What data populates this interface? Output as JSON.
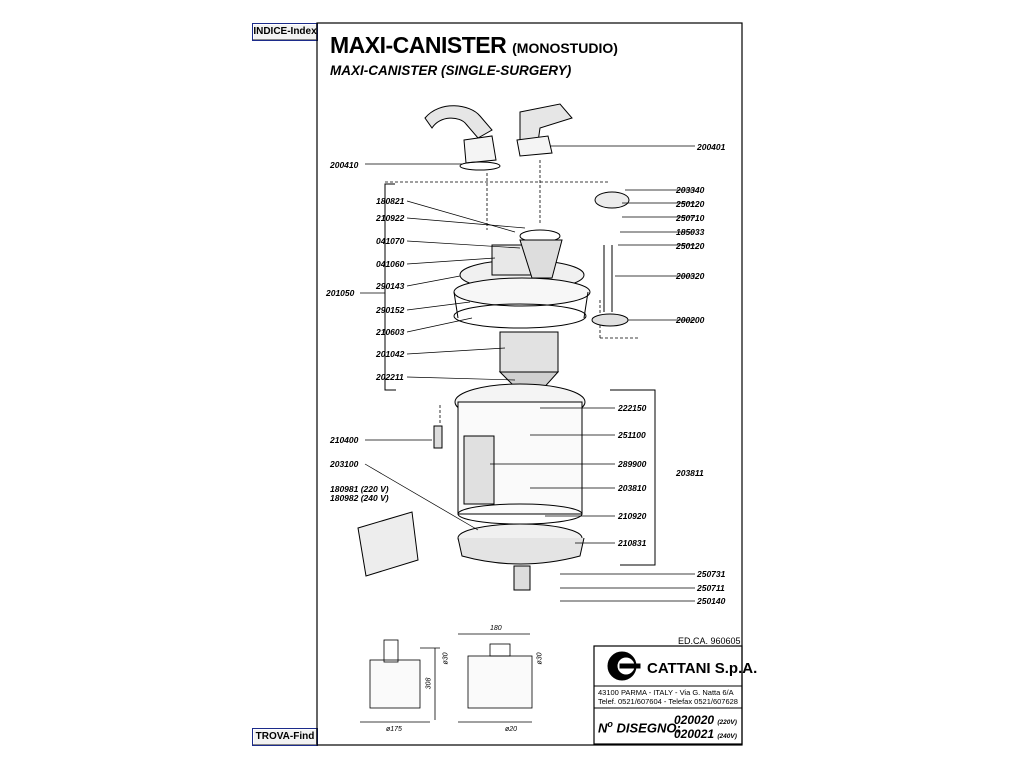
{
  "nav": {
    "index_label": "INDICE-Index",
    "find_label": "TROVA-Find"
  },
  "header": {
    "title": "MAXI-CANISTER",
    "title_suffix": "(MONOSTUDIO)",
    "subtitle": "MAXI-CANISTER (SINGLE-SURGERY)"
  },
  "parts": {
    "p200410": "200410",
    "p200401": "200401",
    "p203340": "203340",
    "p180821": "180821",
    "p250120a": "250120",
    "p210922": "210922",
    "p250710": "250710",
    "p185033": "185033",
    "p041070": "041070",
    "p250120b": "250120",
    "p041060": "041060",
    "p290143": "290143",
    "p200320": "200320",
    "p201050": "201050",
    "p290152": "290152",
    "p210603": "210603",
    "p200200": "200200",
    "p201042": "201042",
    "p202211": "202211",
    "p222150": "222150",
    "p210400": "210400",
    "p251100": "251100",
    "p203100": "203100",
    "p289900": "289900",
    "p203811": "203811",
    "p180981": "180981 (220 V)",
    "p180982": "180982 (240 V)",
    "p203810": "203810",
    "p210920": "210920",
    "p210831": "210831",
    "p250731": "250731",
    "p250711": "250711",
    "p250140": "250140"
  },
  "dimensions": {
    "width_top": "180",
    "height": "308",
    "d30a": "ø30",
    "d30b": "ø30",
    "d175": "ø175",
    "d20": "ø20"
  },
  "footer": {
    "edition": "ED.CA. 960605",
    "company": "CATTANI S.p.A.",
    "address_line1": "43100 PARMA - ITALY - Via G. Natta 6/A",
    "address_line2": "Telef. 0521/607604 - Telefax 0521/607628",
    "disegno_label": "DISEGNO:",
    "drawing_no_1": "020020",
    "drawing_no_1_v": "(220V)",
    "drawing_no_2": "020021",
    "drawing_no_2_v": "(240V)"
  }
}
